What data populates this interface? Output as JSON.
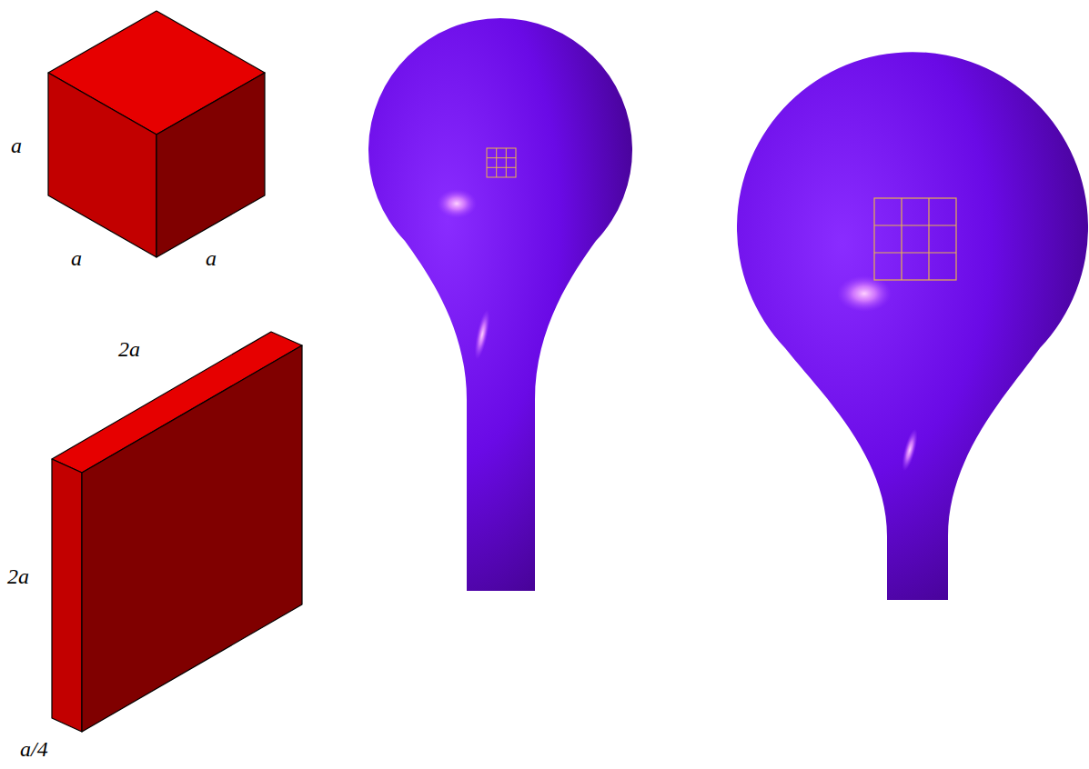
{
  "diagram": {
    "labels": [
      "a",
      "a",
      "a",
      "2a",
      "2a",
      "a/4"
    ]
  }
}
